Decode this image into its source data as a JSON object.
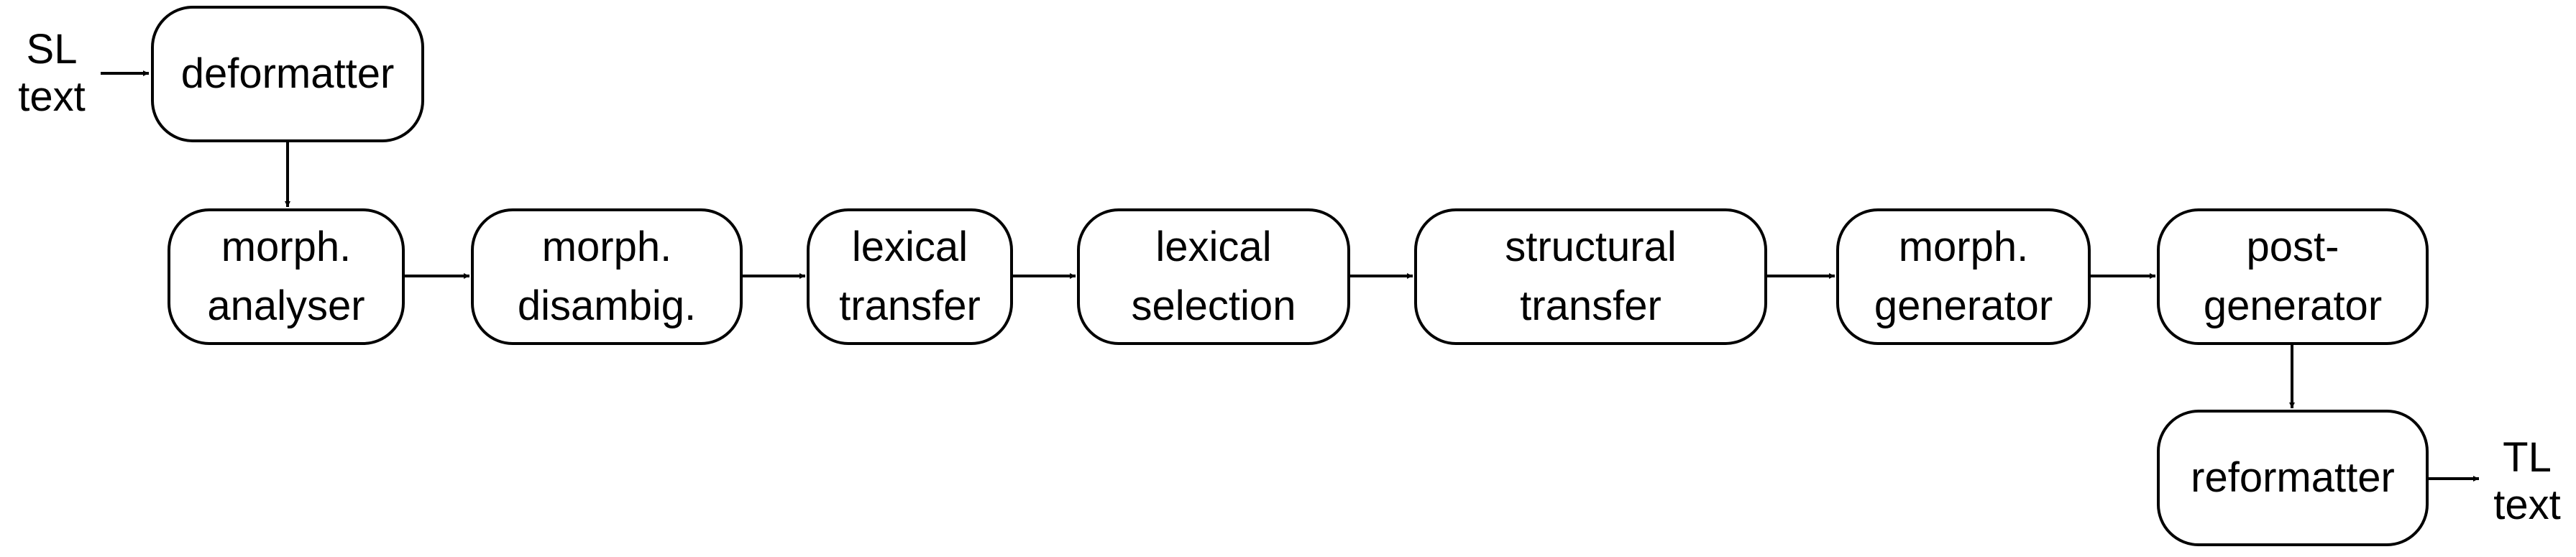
{
  "input": {
    "line1": "SL",
    "line2": "text"
  },
  "output": {
    "line1": "TL",
    "line2": "text"
  },
  "modules": {
    "deformatter": {
      "line1": "deformatter"
    },
    "morph_analyser": {
      "line1": "morph.",
      "line2": "analyser"
    },
    "morph_disambig": {
      "line1": "morph.",
      "line2": "disambig."
    },
    "lexical_transfer": {
      "line1": "lexical",
      "line2": "transfer"
    },
    "lexical_selection": {
      "line1": "lexical",
      "line2": "selection"
    },
    "structural_transfer": {
      "line1": "structural",
      "line2": "transfer"
    },
    "morph_generator": {
      "line1": "morph.",
      "line2": "generator"
    },
    "post_generator": {
      "line1": "post-",
      "line2": "generator"
    },
    "reformatter": {
      "line1": "reformatter"
    }
  },
  "colors": {
    "stroke": "#000000",
    "fill": "#ffffff"
  }
}
